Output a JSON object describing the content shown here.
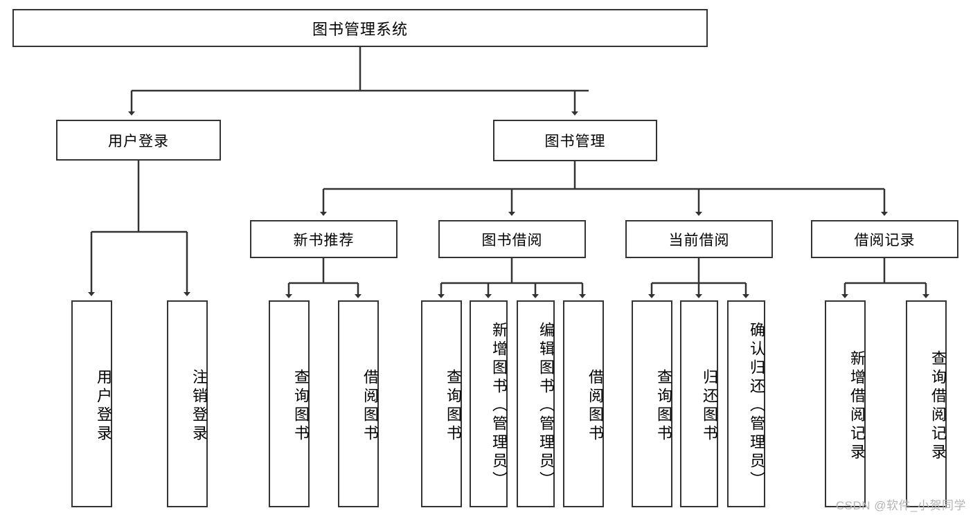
{
  "diagram": {
    "title": "图书管理系统",
    "type": "hierarchy-tree",
    "watermark": "CSDN @软件_小贺同学",
    "colors": {
      "stroke": "#333333",
      "fill": "#ffffff",
      "text": "#000000",
      "watermark": "#b4b4b4"
    },
    "levels": {
      "root": {
        "label": "图书管理系统"
      },
      "level2": [
        {
          "id": "user-login",
          "label": "用户登录"
        },
        {
          "id": "book-manage",
          "label": "图书管理"
        }
      ],
      "level3": [
        {
          "id": "new-book-recommend",
          "label": "新书推荐",
          "parent": "book-manage"
        },
        {
          "id": "book-borrow",
          "label": "图书借阅",
          "parent": "book-manage"
        },
        {
          "id": "current-borrow",
          "label": "当前借阅",
          "parent": "book-manage"
        },
        {
          "id": "borrow-record",
          "label": "借阅记录",
          "parent": "book-manage"
        }
      ],
      "leaves": [
        {
          "id": "leaf-user-login",
          "label": "用户登录",
          "parent": "user-login"
        },
        {
          "id": "leaf-logout-login",
          "label": "注销登录",
          "parent": "user-login"
        },
        {
          "id": "leaf-query-book-1",
          "label": "查询图书",
          "parent": "new-book-recommend"
        },
        {
          "id": "leaf-borrow-book-1",
          "label": "借阅图书",
          "parent": "new-book-recommend"
        },
        {
          "id": "leaf-query-book-2",
          "label": "查询图书",
          "parent": "book-borrow"
        },
        {
          "id": "leaf-add-book",
          "label": "新增图书（管理员）",
          "parent": "book-borrow"
        },
        {
          "id": "leaf-edit-book",
          "label": "编辑图书（管理员）",
          "parent": "book-borrow"
        },
        {
          "id": "leaf-borrow-book-2",
          "label": "借阅图书",
          "parent": "book-borrow"
        },
        {
          "id": "leaf-query-book-3",
          "label": "查询图书",
          "parent": "current-borrow"
        },
        {
          "id": "leaf-return-book",
          "label": "归还图书",
          "parent": "current-borrow"
        },
        {
          "id": "leaf-confirm-return",
          "label": "确认归还（管理员）",
          "parent": "current-borrow"
        },
        {
          "id": "leaf-add-record",
          "label": "新增借阅记录",
          "parent": "borrow-record"
        },
        {
          "id": "leaf-query-record",
          "label": "查询借阅记录",
          "parent": "borrow-record"
        }
      ]
    }
  }
}
